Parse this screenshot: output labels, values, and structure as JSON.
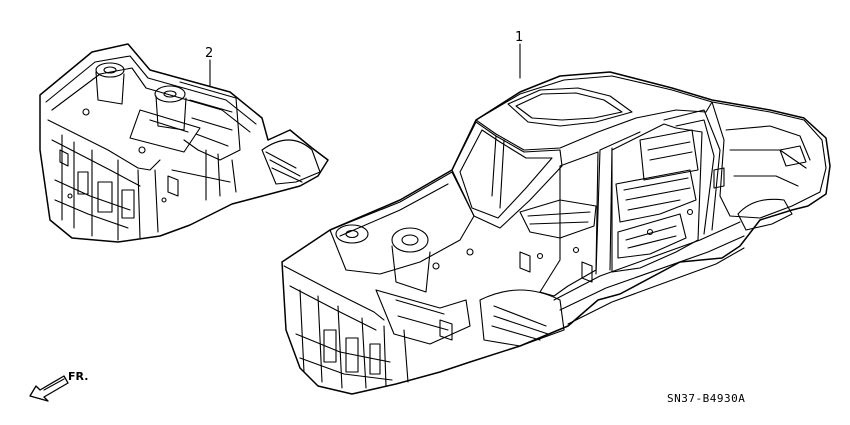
{
  "callouts": [
    {
      "number": "1",
      "part": "body-shell"
    },
    {
      "number": "2",
      "part": "front-bulkhead"
    }
  ],
  "direction_label": "FR.",
  "diagram_code": "SN37-B4930A"
}
